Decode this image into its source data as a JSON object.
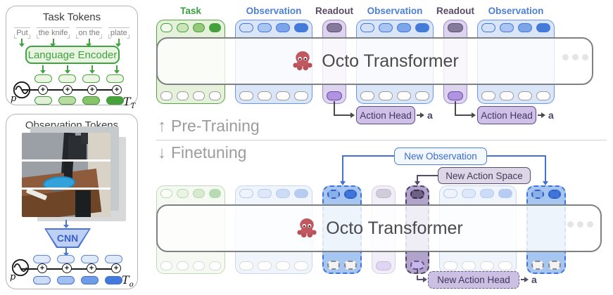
{
  "left": {
    "task_panel": {
      "title": "Task Tokens",
      "tokens": [
        "Put",
        "the knife",
        "on the",
        "plate"
      ],
      "encoder_label": "Language Encoder",
      "pos_symbol": "p",
      "tensor_symbol": "T",
      "tensor_subscript": "T"
    },
    "observation_panel": {
      "title": "Observation Tokens",
      "cnn_label": "CNN",
      "pos_symbol": "p",
      "tensor_symbol": "T",
      "tensor_subscript": "o"
    }
  },
  "pretrain": {
    "section_label": "Pre-Training",
    "labels": {
      "task": "Task",
      "observation": "Observation",
      "readout": "Readout"
    },
    "transformer_label": "Octo Transformer",
    "action_head_label": "Action Head",
    "action_symbol": "a"
  },
  "finetune": {
    "section_label": "Finetuning",
    "transformer_label": "Octo Transformer",
    "new_observation_label": "New Observation",
    "new_action_space_label": "New Action Space",
    "new_action_head_label": "New Action Head",
    "action_symbol": "a"
  },
  "colors": {
    "task_green": "#3fa33f",
    "observation_blue": "#4f7fd9",
    "readout_purple": "#584a66",
    "action_head_fill": "#cfc0ea",
    "muted_text": "#9c9c9c"
  }
}
